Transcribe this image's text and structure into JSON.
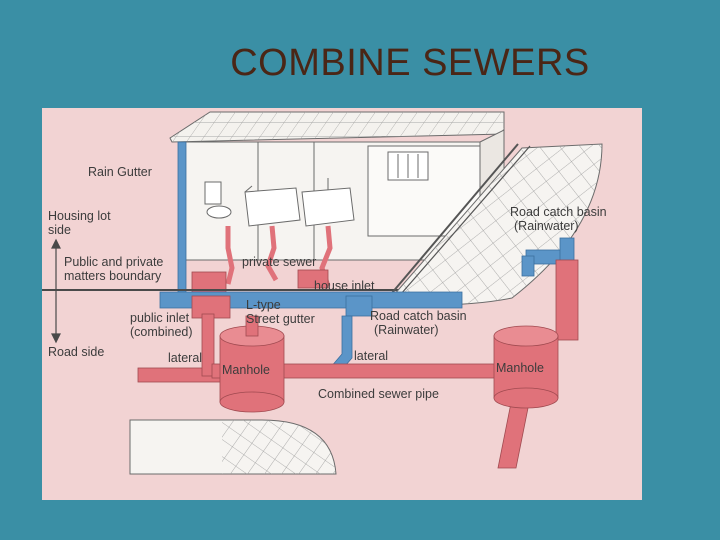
{
  "slide": {
    "title": "COMBINE SEWERS"
  },
  "colors": {
    "background": "#3a8fa5",
    "title": "#4a2616",
    "diagram_background": "#f2d3d3",
    "rain_pipe": "#5b95c8",
    "sewer_pipe": "#e0727a",
    "building": "#f4f2ee",
    "outline": "#6b6b6b"
  },
  "diagram": {
    "labels": {
      "rain_gutter": "Rain Gutter",
      "housing_lot_side_1": "Housing lot",
      "housing_lot_side_2": "side",
      "boundary_1": "Public and private",
      "boundary_2": "matters boundary",
      "road_side": "Road side",
      "private_sewer": "private sewer",
      "house_inlet": "house inlet",
      "l_type_1": "L-type",
      "l_type_2": "Street gutter",
      "public_inlet_1": "public inlet",
      "public_inlet_2": "(combined)",
      "road_catch_basin_top_1": "Road catch basin",
      "road_catch_basin_top_2": "(Rainwater)",
      "road_catch_basin_mid_1": "Road catch basin",
      "road_catch_basin_mid_2": "(Rainwater)",
      "lateral_left": "lateral",
      "lateral_mid": "lateral",
      "manhole_left": "Manhole",
      "manhole_right": "Manhole",
      "combined_sewer_pipe": "Combined sewer pipe"
    }
  }
}
